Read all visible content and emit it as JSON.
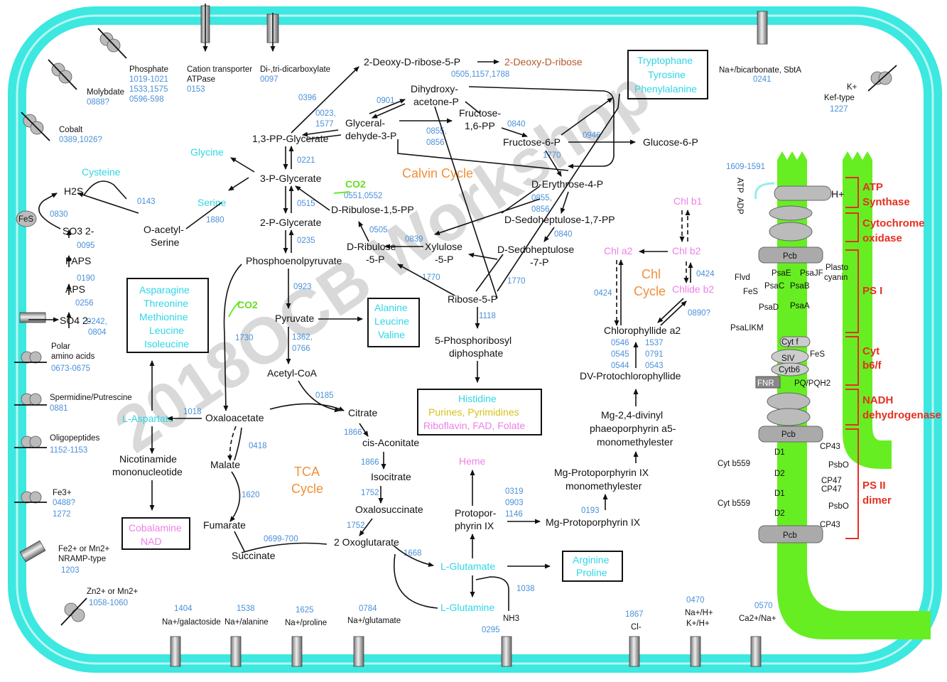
{
  "watermark": "2018OCB Workshop",
  "cycles": {
    "calvin": "Calvin Cycle",
    "tca": "TCA Cycle",
    "chl": "Chl Cycle"
  },
  "transporters": {
    "molybdate": "Molybdate",
    "molybdate_id": "0888?",
    "cobalt": "Cobalt",
    "cobalt_id": "0389,1026?",
    "phosphate": "Phosphate",
    "phosphate_id1": "1019-1021",
    "phosphate_id2": "1533,1575",
    "phosphate_id3": "0596-598",
    "cation": "Cation transporter",
    "cation2": "ATPase",
    "cation_id": "0153",
    "dicarb": "Di-,tri-dicarboxylate",
    "dicarb_id": "0097",
    "bicarb": "Na+/bicarbonate, SbtA",
    "bicarb_id": "0241",
    "kef_k": "K+",
    "kef": "Kef-type",
    "kef_id": "1227",
    "polar1": "Polar",
    "polar2": "amino acids",
    "polar_id": "0673-0675",
    "sperm": "Spermidine/Putrescine",
    "sperm_id": "0881",
    "oligo": "Oligopeptides",
    "oligo_id": "1152-1153",
    "fe3": "Fe3+",
    "fe3_id1": "0488?",
    "fe3_id2": "1272",
    "fe2_1": "Fe2+ or Mn2+",
    "fe2_2": "NRAMP-type",
    "fe2_id": "1203",
    "zn": "Zn2+ or Mn2+",
    "zn_id": "1058-1060",
    "nagal_id": "1404",
    "nagal": "Na+/galactoside",
    "naala_id": "1538",
    "naala": "Na+/alanine",
    "napro_id": "1625",
    "napro": "Na+/proline",
    "naglu_id": "0784",
    "naglu": "Na+/glutamate",
    "nh3": "NH3",
    "nh3_id": "0295",
    "cl_id": "1867",
    "cl": "Cl-",
    "nah_id": "0470",
    "nah1": "Na+/H+",
    "nah2": "K+/H+",
    "ca_id": "0570",
    "ca": "Ca2+/Na+"
  },
  "sulfur": {
    "feS": "FeS",
    "h2s": "H2S",
    "so3": "SO3 2-",
    "so3_id": "0095",
    "paps": "PAPS",
    "paps_id": "0190",
    "aps": "APS",
    "aps_id": "0256",
    "so4": "SO4 2-",
    "so4_id1": "0242,",
    "so4_id2": "0804",
    "id0830": "0830",
    "cysteine": "Cysteine",
    "id0143": "0143",
    "oas1": "O-acetyl-",
    "oas2": "Serine",
    "serine": "Serine",
    "id1880": "1880",
    "glycine": "Glycine"
  },
  "glyco": {
    "deoxy5p": "2-Deoxy-D-ribose-5-P",
    "deoxy": "2-Deoxy-D-ribose",
    "deoxy_id": "0505,1157,1788",
    "id0396": "0396",
    "bpg": "1,3-PP-Glycerate",
    "id0221": "0221",
    "pg3": "3-P-Glycerate",
    "id0515": "0515",
    "pg2": "2-P-Glycerate",
    "id0235": "0235",
    "pep": "Phosphoenolpyruvate",
    "id0923": "0923",
    "pyruvate": "Pyruvate",
    "id1362": "1362,",
    "id0766": "0766",
    "acetyl": "Acetyl-CoA",
    "id0185": "0185",
    "id1730": "1730"
  },
  "calvin": {
    "id0023": "0023,",
    "id1577": "1577",
    "gap1": "Glyceral-",
    "gap2": "dehyde-3-P",
    "id0901": "0901",
    "dhap1": "Dihydroxy-",
    "dhap2": "acetone-P",
    "fbp1": "Fructose-",
    "fbp2": "1,6-PP",
    "id0855a": "0855,",
    "id0856a": "0856",
    "id0840a": "0840",
    "f6p": "Fructose-6-P",
    "id0946": "0946",
    "g6p": "Glucose-6-P",
    "id1770a": "1770",
    "e4p": "D-Erythrose-4-P",
    "id0855b": "0855,",
    "id0856b": "0856",
    "sbp": "D-Sedoheptulose-1,7-PP",
    "id0840b": "0840",
    "s7p1": "D-Sedoheptulose",
    "s7p2": "-7-P",
    "id1770b": "1770",
    "id1770c": "1770",
    "rubp": "D-Ribulose-1,5-PP",
    "co2a": "CO2",
    "co2a_id": "0551,0552",
    "id0505": "0505",
    "ru5p1": "D-Ribulose",
    "ru5p2": "-5-P",
    "id0839": "0839",
    "xu5p1": "Xylulose",
    "xu5p2": "-5-P",
    "r5p": "Ribose-5-P",
    "id1118": "1118",
    "prpp1": "5-Phosphoribosyl",
    "prpp2": "diphosphate"
  },
  "boxes": {
    "aromatic": [
      "Tryptophane",
      "Tyrosine",
      "Phenylalanine"
    ],
    "asn": [
      "Asparagine",
      "Threonine",
      "Methionine",
      "Leucine",
      "Isoleucine"
    ],
    "ala": [
      "Alanine",
      "Leucine",
      "Valine"
    ],
    "his": "Histidine",
    "pur": "Purines, Pyrimidines",
    "rib": "Riboflavin, FAD, Folate",
    "cob": [
      "Cobalamine",
      "NAD"
    ],
    "arg": [
      "Arginine",
      "Proline"
    ]
  },
  "tca": {
    "co2b": "CO2",
    "oaa": "Oxaloacetate",
    "id1018": "1018",
    "asp": "L-Aspartate",
    "citrate": "Citrate",
    "id1866a": "1866",
    "cisacon": "cis-Aconitate",
    "id1866b": "1866",
    "isocit": "Isocitrate",
    "id1752a": "1752",
    "oxsucc": "Oxalosuccinate",
    "id1752b": "1752",
    "ogluta": "2 Oxoglutarate",
    "malate": "Malate",
    "id0418": "0418",
    "id1620": "1620",
    "fumarate": "Fumarate",
    "id0699": "0699-700",
    "succinate": "Succinate",
    "nmn1": "Nicotinamide",
    "nmn2": "mononucleotide"
  },
  "nitrogen": {
    "id1668": "1668",
    "glu": "L-Glutamate",
    "gln": "L-Glutamine",
    "id1038": "1038",
    "heme": "Heme",
    "proto1": "Protopor-",
    "proto2": "phyrin IX",
    "id0319": "0319",
    "id0903": "0903",
    "id1146": "1146"
  },
  "chl": {
    "mgp": "Mg-Protoporphyrin IX",
    "id0193": "0193",
    "mgpm1": "Mg-Protoporphyrin IX",
    "mgpm2": "monomethylester",
    "dv1": "Mg-2,4-divinyl",
    "dv2": "phaeoporphyrin a5-",
    "dv3": "monomethylester",
    "dvpc": "DV-Protochlorophyllide",
    "id0546": "0546",
    "id0545": "0545",
    "id0544": "0544",
    "id1537": "1537",
    "id0791": "0791",
    "id0543": "0543",
    "chlide_a2": "Chlorophyllide a2",
    "id0890": "0890?",
    "chlide_b2": "Chlide b2",
    "id0424a": "0424",
    "id0424b": "0424",
    "chl_a2": "Chl a2",
    "chl_b2": "Chl b2",
    "chl_b1": "Chl b1"
  },
  "membrane": {
    "id1609": "1609-1591",
    "atp": "ATP",
    "adp": "ADP",
    "hplus": "H+",
    "pcb1": "Pcb",
    "psae": "PsaE",
    "psajf": "PsaJF",
    "plasto1": "Plasto",
    "plasto2": "cyanin",
    "flvd": "Flvd",
    "fes1": "FeS",
    "psac": "PsaC",
    "psab": "PsaB",
    "psad": "PsaD",
    "psaa": "PsaA",
    "psalikm": "PsaLIKM",
    "cytf": "Cyt f",
    "siv": "SIV",
    "fes2": "FeS",
    "cytb6": "Cytb6",
    "fnr": "FNR",
    "pq": "PQ/PQH2",
    "pcb2": "Pcb",
    "d1a": "D1",
    "d2a": "D2",
    "cp43a": "CP43",
    "cytb559a": "Cyt b559",
    "psboa": "PsbO",
    "cp47a": "CP47",
    "cp47b": "CP47",
    "d1b": "D1",
    "d2b": "D2",
    "cytb559b": "Cyt b559",
    "psbob": "PsbO",
    "cp43b": "CP43",
    "pcb3": "Pcb"
  },
  "complexes": {
    "atp1": "ATP",
    "atp2": "Synthase",
    "cyt1": "Cytochrome",
    "cyt2": "oxidase",
    "ps1": "PS I",
    "b6f1": "Cyt",
    "b6f2": "b6/f",
    "nadh1": "NADH",
    "nadh2": "dehydrogenase",
    "ps2a": "PS II",
    "ps2b": "dimer"
  },
  "colors": {
    "membrane": "#3ce8e0",
    "thylakoid": "#66ee22",
    "pathway_id": "#4a90d9",
    "amino": "#2fd6e6",
    "pigment": "#ee7fe9",
    "cycle": "#f0903a",
    "complex": "#e53020"
  }
}
